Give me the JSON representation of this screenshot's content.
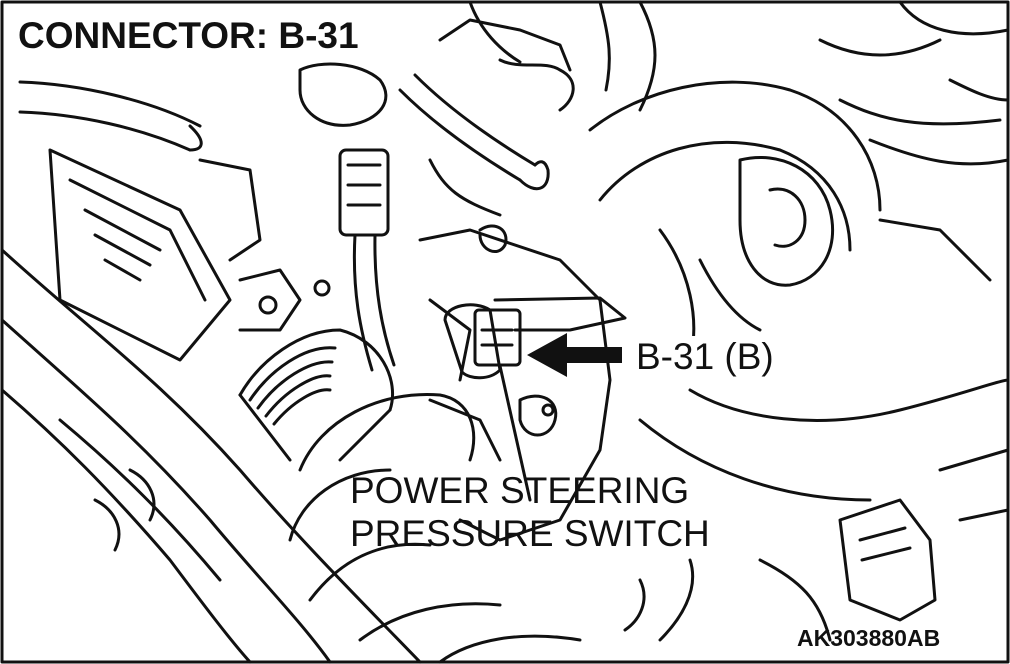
{
  "header": {
    "connector_title": "CONNECTOR: B-31"
  },
  "callouts": {
    "connector_label": "B-31 (B)",
    "switch_label_line1": "POWER STEERING",
    "switch_label_line2": "PRESSURE SWITCH"
  },
  "footer": {
    "figure_id": "AK303880AB"
  },
  "colors": {
    "line_art": "#111111",
    "background": "#ffffff",
    "arrow_fill": "#111111"
  }
}
